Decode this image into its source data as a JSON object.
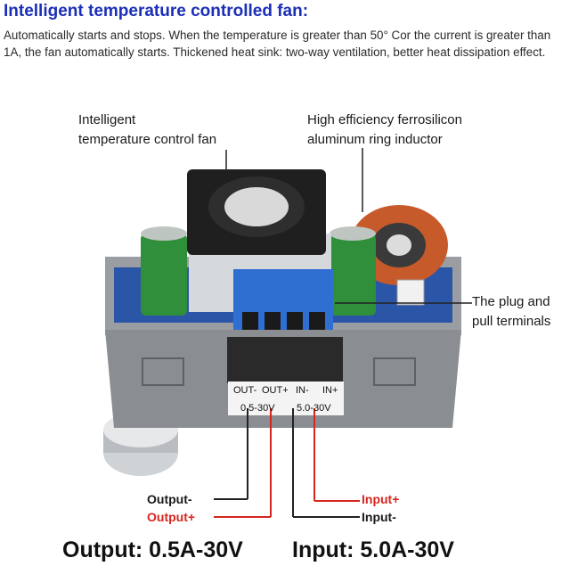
{
  "headline": "Intelligent temperature controlled fan:",
  "intro": "Automatically starts and stops. When the temperature is greater than 50° Cor the current is greater than 1A, the fan automatically starts. Thickened heat sink: two-way ventilation, better heat dissipation effect.",
  "callouts": {
    "fan": [
      "Intelligent",
      "temperature control fan"
    ],
    "inductor": [
      "High efficiency ferrosilicon",
      "aluminum ring inductor"
    ],
    "terminals": [
      "The plug and",
      "pull terminals"
    ]
  },
  "terminal_labels": {
    "out_minus": "OUT-",
    "out_plus": "OUT+",
    "in_minus": "IN-",
    "in_plus": "IN+",
    "out_range": "0.5-30V",
    "in_range": "5.0-30V"
  },
  "wires": {
    "output_minus": "Output-",
    "output_plus": "Output+",
    "input_plus": "Input+",
    "input_minus": "Input-"
  },
  "specs": {
    "output": "Output: 0.5A-30V",
    "input": "Input: 5.0A-30V"
  },
  "colors": {
    "headline": "#1b2fb8",
    "accent_red": "#d6261f",
    "terminal_blue": "#2f6fd1",
    "case_gray": "#8a8d91",
    "capacitor_green": "#2f8f3a"
  }
}
